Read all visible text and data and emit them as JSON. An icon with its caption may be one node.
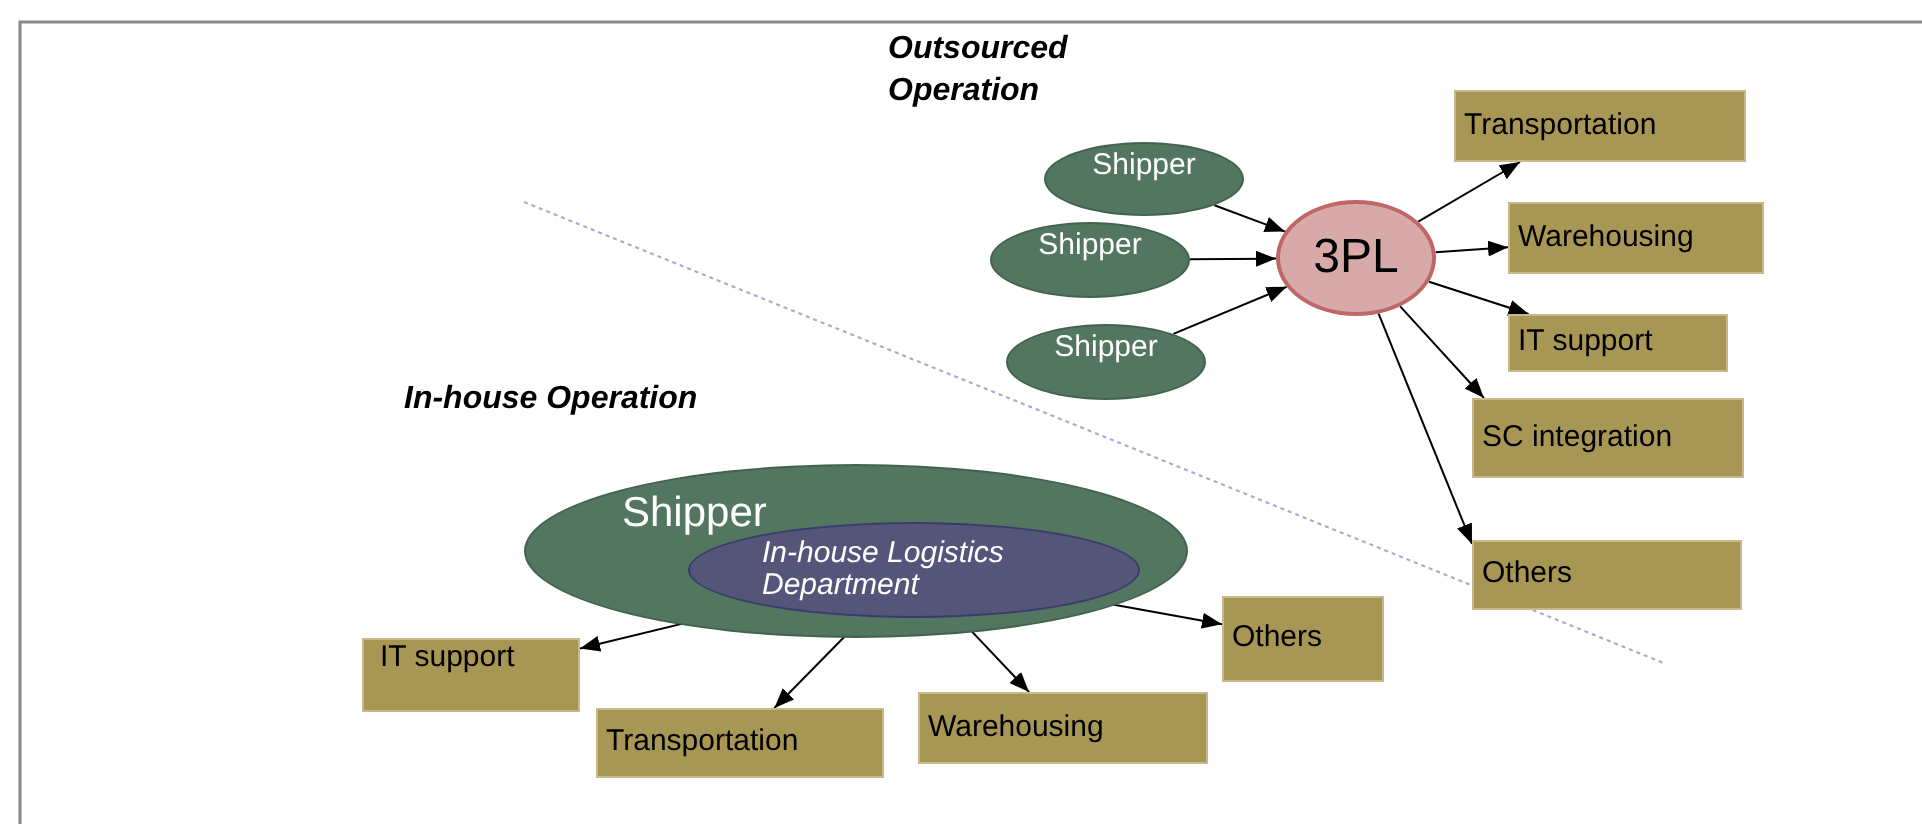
{
  "diagram": {
    "nodes": [
      {
        "text": [
          "Shipper"
        ]
      },
      {
        "text": [
          "Shipper"
        ]
      },
      {
        "text": [
          "Shipper"
        ]
      },
      {
        "text": [
          "3PL"
        ]
      },
      {
        "text": [
          "Transportation"
        ]
      },
      {
        "text": [
          "Warehousing"
        ]
      },
      {
        "text": [
          "IT support"
        ]
      },
      {
        "text": [
          "SC integration"
        ]
      },
      {
        "text": [
          "Others"
        ]
      },
      {
        "text": [
          "Shipper"
        ]
      },
      {
        "text": [
          "In-house Logistics Department"
        ],
        "in": 9
      },
      {
        "text": [
          "IT support"
        ]
      },
      {
        "text": [
          "Transportation"
        ]
      },
      {
        "text": [
          "Warehousing"
        ]
      },
      {
        "text": [
          "Others"
        ]
      }
    ],
    "edges": [
      {
        "from": 0,
        "to": 3,
        "arrow": "to"
      },
      {
        "from": 1,
        "to": 3,
        "arrow": "to"
      },
      {
        "from": 2,
        "to": 3,
        "arrow": "to"
      },
      {
        "from": 3,
        "to": 4,
        "arrow": "to"
      },
      {
        "from": 3,
        "to": 5,
        "arrow": "to"
      },
      {
        "from": 3,
        "to": 6,
        "arrow": "to"
      },
      {
        "from": 3,
        "to": 7,
        "arrow": "to"
      },
      {
        "from": 3,
        "to": 8,
        "arrow": "to"
      },
      {
        "from": 10,
        "to": 11,
        "arrow": "to"
      },
      {
        "from": 10,
        "to": 12,
        "arrow": "to"
      },
      {
        "from": 10,
        "to": 13,
        "arrow": "to"
      },
      {
        "from": 10,
        "to": 14,
        "arrow": "to"
      }
    ],
    "labels": [
      "Outsourced Operation",
      "In-house Operation"
    ]
  }
}
